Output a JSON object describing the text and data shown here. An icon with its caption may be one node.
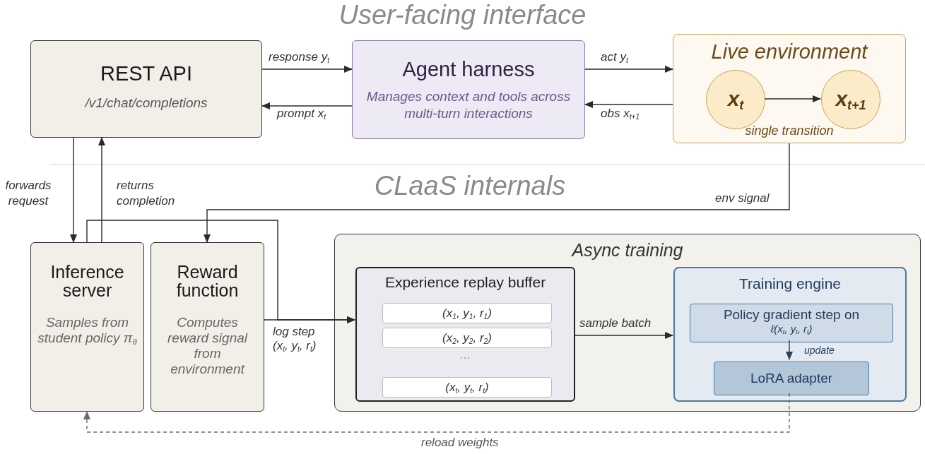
{
  "diagram": {
    "nodes": [
      {
        "text": [
          "REST API",
          "/v1/chat/completions"
        ]
      },
      {
        "text": [
          "Agent harness",
          "Manages context and tools across multi-turn interactions"
        ]
      },
      {
        "text": [
          "Live environment",
          "single transition"
        ]
      },
      {
        "text": [
          "x$_{t}$"
        ],
        "in": 2
      },
      {
        "text": [
          "x$_{t+1}$"
        ],
        "in": 2
      },
      {
        "text": [
          "Inference server",
          "Samples from student policy π$_{θ}$"
        ]
      },
      {
        "text": [
          "Reward function",
          "Computes reward signal from environment"
        ]
      },
      {
        "text": [
          "Async training"
        ]
      },
      {
        "text": [
          "Experience replay buffer"
        ],
        "in": 7
      },
      {
        "text": [
          "(x$_{1}$, y$_{1}$, r$_{1}$)"
        ],
        "in": 8
      },
      {
        "text": [
          "(x$_{2}$, y$_{2}$, r$_{2}$)"
        ],
        "in": 8
      },
      {
        "text": [
          "(x$_{t}$, y$_{t}$, r$_{t}$)"
        ],
        "in": 8
      },
      {
        "text": [
          "Training engine"
        ],
        "in": 7
      },
      {
        "text": [
          "Policy gradient step on",
          "ℓ(x$_{t}$, y$_{t}$, r$_{t}$)"
        ],
        "in": 12
      },
      {
        "text": [
          "LoRA adapter"
        ],
        "in": 12
      }
    ],
    "edges": [
      {
        "from": 0,
        "to": 1,
        "arrow": "to",
        "label": "response y$_{t}$"
      },
      {
        "from": 1,
        "to": 0,
        "arrow": "to",
        "label": "prompt x$_{t}$"
      },
      {
        "from": 1,
        "to": 2,
        "arrow": "to",
        "label": "act y$_{t}$"
      },
      {
        "from": 2,
        "to": 1,
        "arrow": "to",
        "label": "obs x$_{t+1}$"
      },
      {
        "from": 3,
        "to": 4,
        "arrow": "to"
      },
      {
        "from": 0,
        "to": 5,
        "arrow": "to",
        "label": "forwards request"
      },
      {
        "from": 5,
        "to": 0,
        "arrow": "to",
        "label": "returns completion"
      },
      {
        "from": 2,
        "to": 6,
        "arrow": "to",
        "label": "env signal"
      },
      {
        "from": 5,
        "to": 8,
        "arrow": "to",
        "label": "log step (x$_{t}$, y$_{t}$, r$_{t}$)"
      },
      {
        "from": 6,
        "to": 8,
        "arrow": "to"
      },
      {
        "from": 8,
        "to": 12,
        "arrow": "to",
        "label": "sample batch"
      },
      {
        "from": 13,
        "to": 14,
        "arrow": "to",
        "label": "update",
        "color": "#24425f"
      },
      {
        "from": 14,
        "to": 5,
        "arrow": "to",
        "label": "reload weights",
        "style": "dashed",
        "color": "#6b6b6b"
      }
    ],
    "labels": [
      "User-facing interface",
      "CLaaS internals",
      "…"
    ]
  }
}
